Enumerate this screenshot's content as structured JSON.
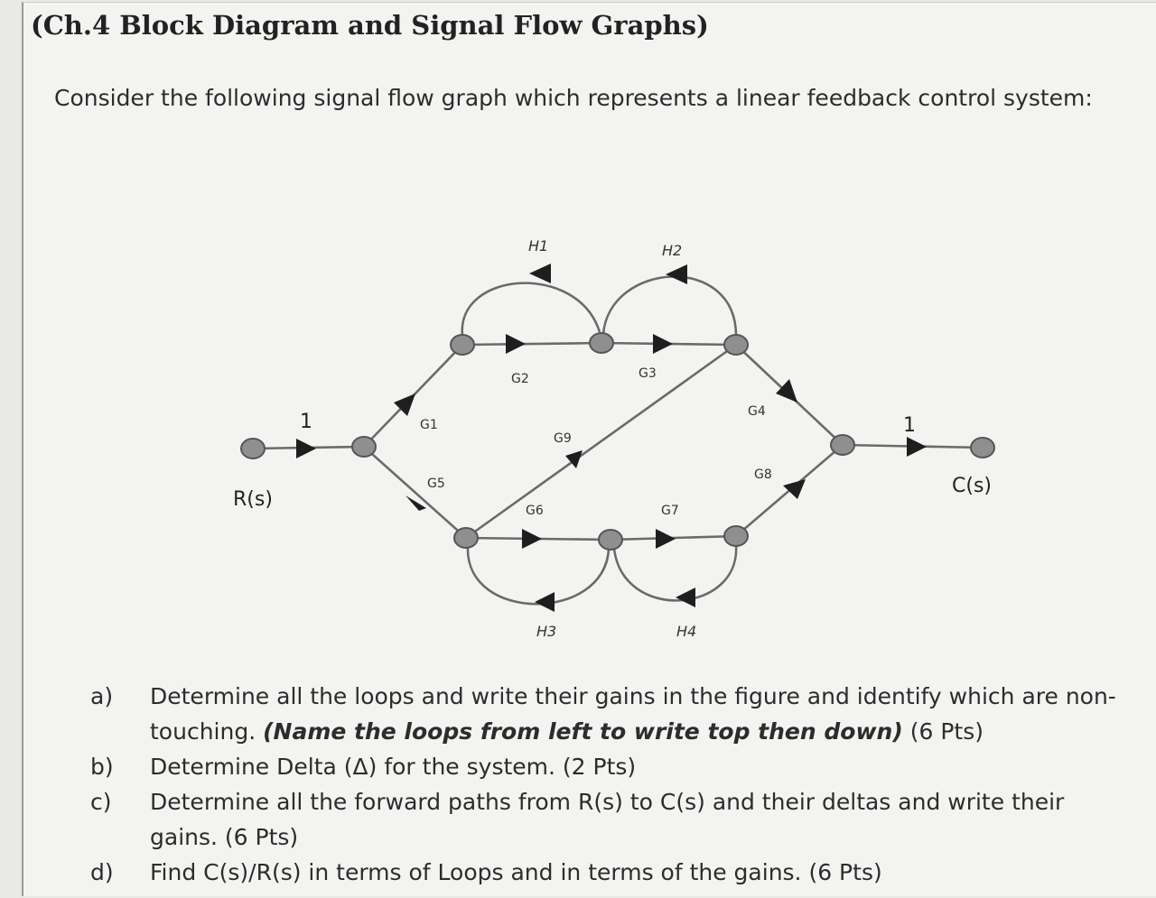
{
  "heading": "(Ch.4 Block Diagram and Signal Flow Graphs)",
  "intro": "Consider the following signal flow graph which represents a linear feedback control system:",
  "graph": {
    "input_label": "R(s)",
    "output_label": "C(s)",
    "input_gain": "1",
    "output_gain": "1",
    "gains": {
      "G1": "G1",
      "G2": "G2",
      "G3": "G3",
      "G4": "G4",
      "G5": "G5",
      "G6": "G6",
      "G7": "G7",
      "G8": "G8",
      "G9": "G9"
    },
    "feedback": {
      "H1": "H1",
      "H2": "H2",
      "H3": "H3",
      "H4": "H4"
    }
  },
  "questions": [
    {
      "label": "a)",
      "text_before": "Determine all the loops and write their gains in the figure and identify which are non-touching. ",
      "text_emph": "(Name the loops from left to write top then down)",
      "text_after": " (6 Pts)"
    },
    {
      "label": "b)",
      "text_before": "Determine Delta (Δ) for the system. (2 Pts)",
      "text_emph": "",
      "text_after": ""
    },
    {
      "label": "c)",
      "text_before": "Determine all the forward paths from R(s) to C(s) and their deltas and write their gains. (6 Pts)",
      "text_emph": "",
      "text_after": ""
    },
    {
      "label": "d)",
      "text_before": "Find C(s)/R(s) in terms of Loops and in terms of the gains. (6 Pts)",
      "text_emph": "",
      "text_after": ""
    }
  ]
}
